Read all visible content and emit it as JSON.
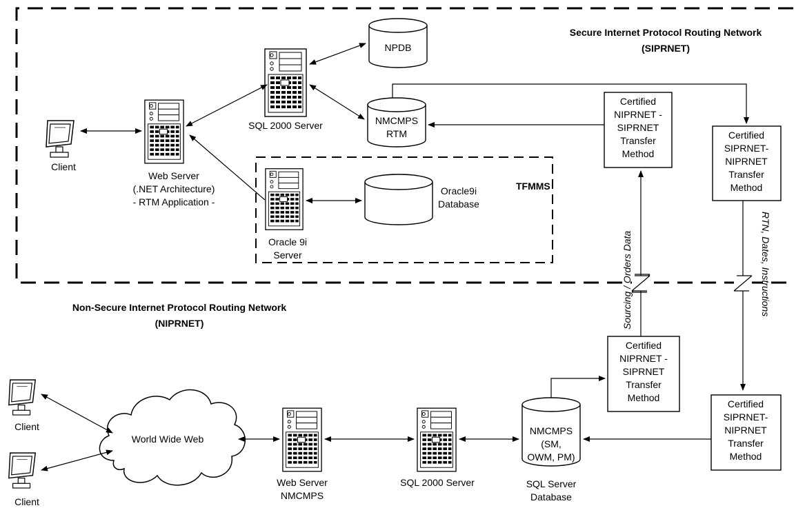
{
  "networks": {
    "siprnet_name": "Secure Internet Protocol Routing Network",
    "siprnet_abbr": "(SIPRNET)",
    "niprnet_name": "Non-Secure Internet Protocol Routing Network",
    "niprnet_abbr": "(NIPRNET)",
    "tfmms": "TFMMS"
  },
  "secure": {
    "client": "Client",
    "web_server": [
      "Web Server",
      "(.NET Architecture)",
      "- RTM Application -"
    ],
    "sql_server": "SQL 2000 Server",
    "npdb": "NPDB",
    "nmcmps_rtm": [
      "NMCMPS",
      "RTM"
    ],
    "oracle_server": [
      "Oracle 9i",
      "Server"
    ],
    "oracle_db": [
      "Oracle9i",
      "Database"
    ],
    "transfer_n2s": [
      "Certified",
      "NIPRNET -",
      "SIPRNET",
      "Transfer",
      "Method"
    ],
    "transfer_s2n": [
      "Certified",
      "SIPRNET-",
      "NIPRNET",
      "Transfer",
      "Method"
    ]
  },
  "flows": {
    "sourcing": "Sourcing / Orders Data",
    "rtn": "RTN, Dates, Instructions"
  },
  "nonsecure": {
    "client1": "Client",
    "client2": "Client",
    "www": "World Wide Web",
    "web_server": [
      "Web Server",
      "NMCMPS"
    ],
    "sql_server": "SQL 2000 Server",
    "nmcmps_db": [
      "NMCMPS",
      "(SM,",
      "OWM, PM)"
    ],
    "sql_db_caption": [
      "SQL Server",
      "Database"
    ],
    "transfer_n2s": [
      "Certified",
      "NIPRNET -",
      "SIPRNET",
      "Transfer",
      "Method"
    ],
    "transfer_s2n": [
      "Certified",
      "SIPRNET-",
      "NIPRNET",
      "Transfer",
      "Method"
    ]
  }
}
